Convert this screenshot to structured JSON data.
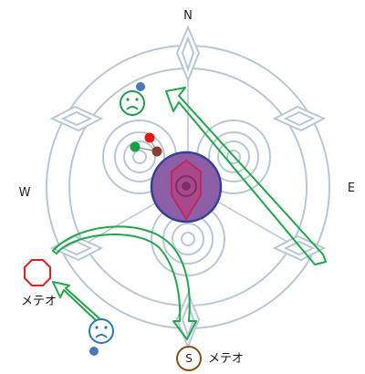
{
  "compass": {
    "north": "N",
    "south": "S",
    "east": "E",
    "west": "W"
  },
  "markers": {
    "meteor_west": {
      "label": "メテオ",
      "color": "#e02020"
    },
    "meteor_south": {
      "label": "メテオ",
      "color": "#8b4a12"
    }
  },
  "colors": {
    "arena_line": "#b8c6d6",
    "boss_fill": "#8d5fa6",
    "boss_stroke": "#33409a",
    "boss_emblem": "#c2285e",
    "arrow_green": "#1fa84a",
    "player_green": "#1f9e4a",
    "player_blue": "#2a78c0",
    "dot_blue": "#4a78b8",
    "dot_red": "#e01818",
    "dot_green": "#17a045",
    "dot_brown": "#8a3e2e"
  },
  "icons": {
    "sad_face_green": "sad-face-icon",
    "sad_face_blue": "sad-face-icon",
    "meteor_octagon": "octagon-marker-icon",
    "meteor_circle": "circle-marker-icon"
  }
}
